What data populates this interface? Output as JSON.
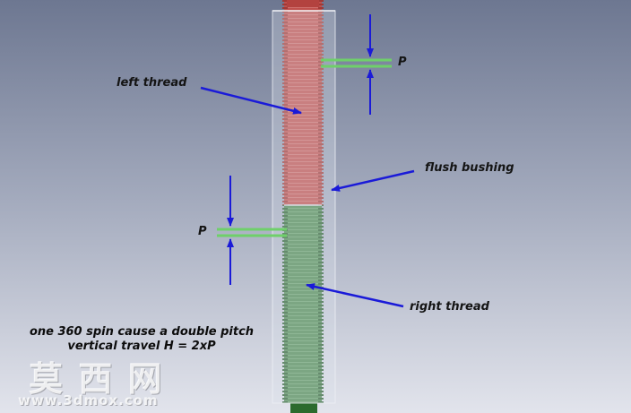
{
  "labels": {
    "left_thread": "left thread",
    "right_thread": "right thread",
    "flush_bushing": "flush bushing",
    "pitch_top": "P",
    "pitch_bottom": "P"
  },
  "note": {
    "line1": "one 360 spin cause a double pitch",
    "line2": "vertical travel H = 2xP"
  },
  "watermark": {
    "chinese": "莫 西 网",
    "url": "www.3dmox.com"
  },
  "colors": {
    "left_thread": "#c0504d",
    "right_thread": "#4f8a52",
    "bushing": "#c9ced9",
    "arrow": "#1a1ad8",
    "pitch_line": "#6fd06a"
  }
}
